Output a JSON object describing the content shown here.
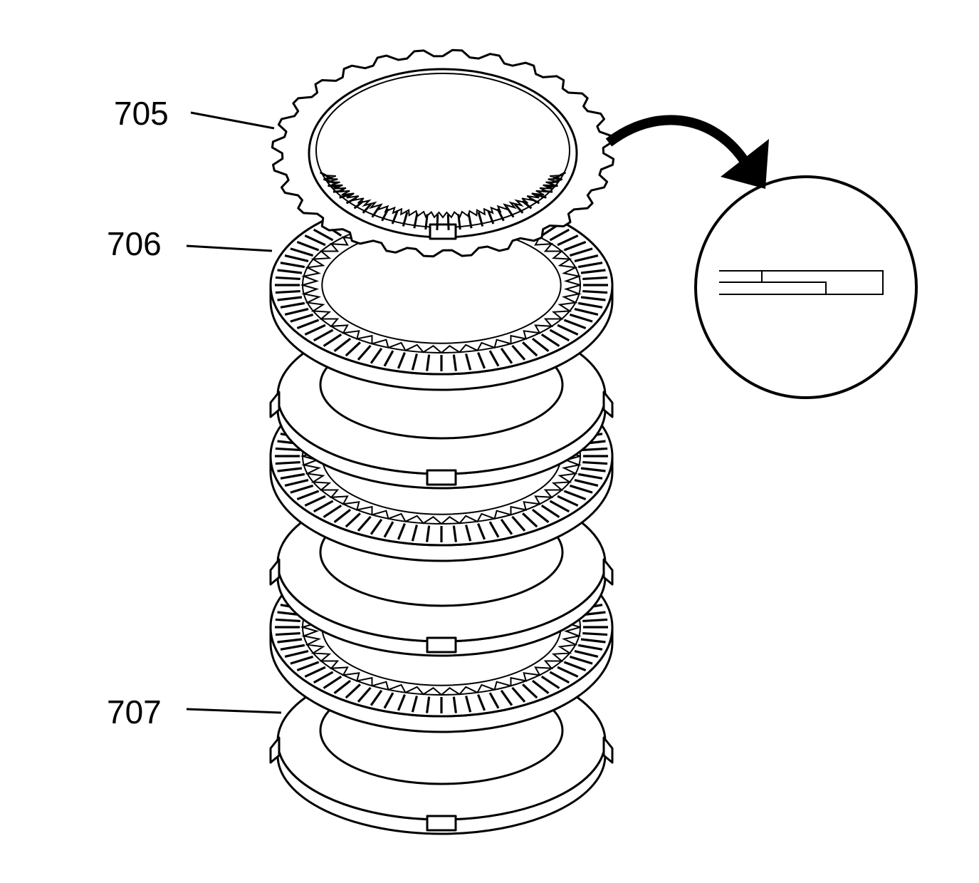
{
  "callouts": [
    {
      "id": "705",
      "label": "705"
    },
    {
      "id": "706",
      "label": "706"
    },
    {
      "id": "707",
      "label": "707"
    }
  ],
  "colors": {
    "line": "#000000",
    "background": "#ffffff"
  },
  "icons": {
    "arrow": "curved-arrow-icon",
    "detail": "detail-magnifier-circle"
  }
}
